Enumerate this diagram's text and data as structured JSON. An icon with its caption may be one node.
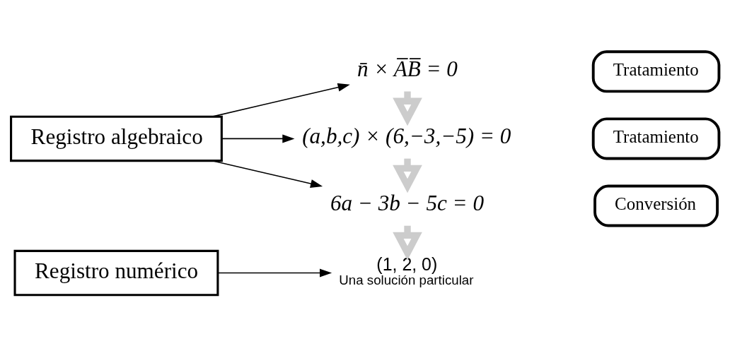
{
  "diagram": {
    "nodes": [
      {
        "text": [
          "Registro algebraico"
        ]
      },
      {
        "text": [
          "n̄ × A̅B̅ = 0"
        ]
      },
      {
        "text": [
          "(a,b,c) × (6,−3,−5) = 0"
        ]
      },
      {
        "text": [
          "6a − 3b − 5c = 0"
        ]
      },
      {
        "text": [
          "Registro numérico"
        ]
      },
      {
        "text": [
          "(1, 2, 0)"
        ],
        "beside": [
          "Una solución particular"
        ]
      },
      {
        "text": [
          "Tratamiento"
        ]
      },
      {
        "text": [
          "Tratamiento"
        ]
      },
      {
        "text": [
          "Conversión"
        ]
      }
    ],
    "edges": [
      {
        "from": 0,
        "to": 1,
        "arrow": "to"
      },
      {
        "from": 0,
        "to": 2,
        "arrow": "to"
      },
      {
        "from": 0,
        "to": 3,
        "arrow": "to"
      },
      {
        "from": 4,
        "to": 5,
        "arrow": "to"
      },
      {
        "from": 1,
        "to": 2,
        "arrow": "to",
        "style": "thick",
        "color": "#cccccc"
      },
      {
        "from": 2,
        "to": 3,
        "arrow": "to",
        "style": "thick",
        "color": "#cccccc"
      },
      {
        "from": 3,
        "to": 5,
        "arrow": "to",
        "style": "thick",
        "color": "#cccccc"
      }
    ]
  }
}
